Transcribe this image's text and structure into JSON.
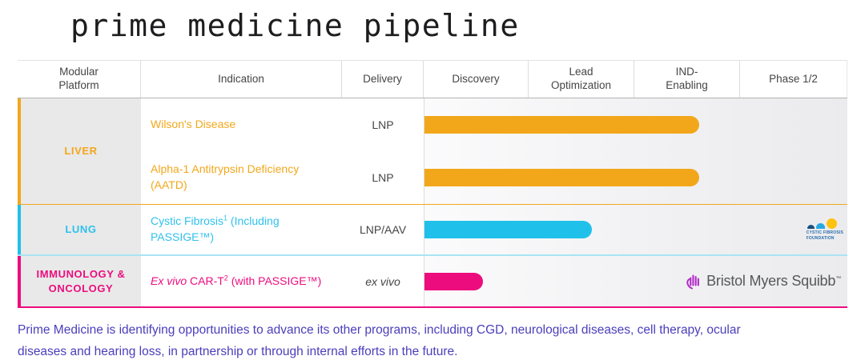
{
  "title": "prime medicine pipeline",
  "header": {
    "columns": [
      "Modular\nPlatform",
      "Indication",
      "Delivery",
      "Discovery",
      "Lead\nOptimization",
      "IND-\nEnabling",
      "Phase 1/2"
    ]
  },
  "sections": [
    {
      "platform": "LIVER",
      "accent_color": "#F2A71B",
      "programs": [
        {
          "indication_italic": "",
          "indication_main": "Wilson's Disease",
          "indication_sup": "",
          "indication_rest": "",
          "delivery": "LNP"
        },
        {
          "indication_italic": "",
          "indication_main": "Alpha-1 Antitrypsin Deficiency (AATD)",
          "indication_sup": "",
          "indication_rest": "",
          "delivery": "LNP"
        }
      ]
    },
    {
      "platform": "LUNG",
      "accent_color": "#1FC1EA",
      "programs": [
        {
          "indication_italic": "",
          "indication_main": "Cystic Fibrosis",
          "indication_sup": "1",
          "indication_rest": " (Including PASSIGE™)",
          "delivery": "LNP/AAV"
        }
      ]
    },
    {
      "platform": "IMMUNOLOGY &\nONCOLOGY",
      "accent_color": "#ED0C7D",
      "programs": [
        {
          "indication_italic": "Ex vivo",
          "indication_main": " CAR-T",
          "indication_sup": "2",
          "indication_rest": " (with PASSIGE™)",
          "delivery": "ex vivo"
        }
      ]
    }
  ],
  "partners": {
    "cff": {
      "name": "Cystic Fibrosis Foundation",
      "text": "CYSTIC FIBROSIS\nFOUNDATION",
      "colors": {
        "navy": "#1b4f7c",
        "cyan": "#29a9e0",
        "yellow": "#ffc20e",
        "text": "#2a6ead"
      }
    },
    "bms": {
      "label": "Bristol Myers Squibb",
      "tm": "™",
      "hand_color": "#b12bc7",
      "text_color": "#55585c"
    }
  },
  "footer": {
    "lines": [
      "Prime Medicine is identifying opportunities to advance its other programs, including CGD, neurological diseases, cell therapy, ocular",
      "diseases and hearing loss, in partnership or through internal efforts in the future."
    ]
  },
  "colors": {
    "orange": "#F2A71B",
    "cyan": "#1FC1EA",
    "magenta": "#ED0C7D",
    "platform_cell_bg": "#e9e9e9",
    "footer_text": "#4a3ebb",
    "header_text": "#454545"
  },
  "chart_data": {
    "type": "bar",
    "title": "prime medicine pipeline",
    "stages": [
      "Discovery",
      "Lead Optimization",
      "IND-Enabling",
      "Phase 1/2"
    ],
    "x_units": "pipeline stage (0 = start of Discovery, 4 = end of Phase 1/2)",
    "xlim": [
      0,
      4
    ],
    "series": [
      {
        "name": "Wilson's Disease",
        "platform": "LIVER",
        "delivery": "LNP",
        "progress": 2.6,
        "color": "#F2A71B"
      },
      {
        "name": "Alpha-1 Antitrypsin Deficiency (AATD)",
        "platform": "LIVER",
        "delivery": "LNP",
        "progress": 2.6,
        "color": "#F2A71B"
      },
      {
        "name": "Cystic Fibrosis (Including PASSIGE™)",
        "platform": "LUNG",
        "delivery": "LNP/AAV",
        "progress": 1.58,
        "color": "#1FC1EA"
      },
      {
        "name": "Ex vivo CAR-T (with PASSIGE™)",
        "platform": "IMMUNOLOGY & ONCOLOGY",
        "delivery": "ex vivo",
        "progress": 0.55,
        "color": "#ED0C7D"
      }
    ]
  }
}
